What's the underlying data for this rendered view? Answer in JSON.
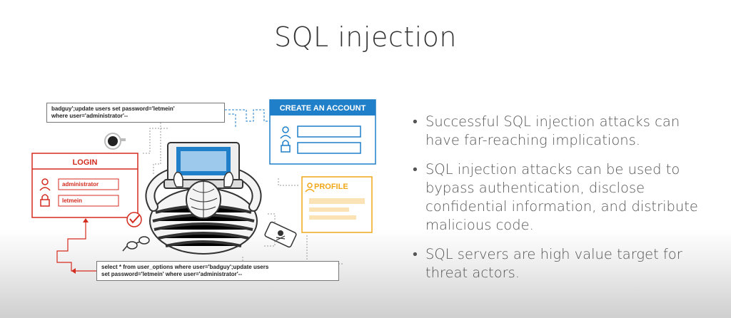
{
  "slide": {
    "title": "SQL injection"
  },
  "illustration": {
    "top_code": "badguy';update users set password='letmein'\nwhere user='administrator'--",
    "bottom_code": "select * from user_options where user='badguy';update users\nset password='letmein' where user='administrator'--",
    "login": {
      "title": "LOGIN",
      "username": "administrator",
      "password": "letmein"
    },
    "create_account": {
      "title": "CREATE AN ACCOUNT"
    },
    "profile": {
      "title": "PROFILE"
    },
    "colors": {
      "red": "#d42b1f",
      "blue": "#1f7fc8",
      "yellow": "#f1a717",
      "dark": "#333333"
    }
  },
  "bullets": [
    {
      "text": "Successful SQL injection attacks can have far-reaching implications."
    },
    {
      "text": "SQL injection attacks can be used to bypass authentication, disclose confidential information, and distribute malicious code."
    },
    {
      "text": "SQL servers are high value target for threat actors."
    }
  ]
}
